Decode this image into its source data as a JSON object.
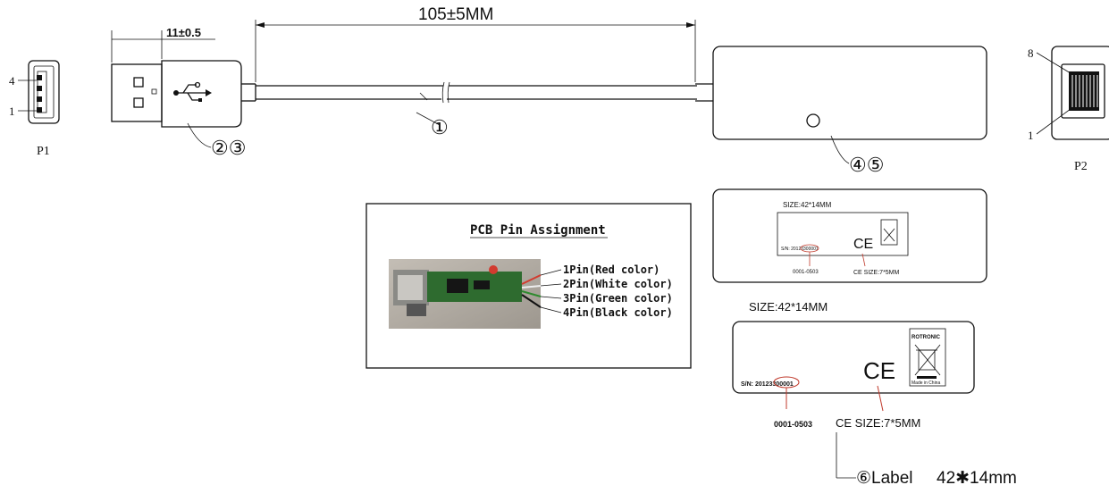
{
  "dimensions": {
    "cable_length": "105±5MM",
    "plug_length": "11±0.5"
  },
  "connectors": {
    "p1": {
      "label": "P1",
      "pin_top": "4",
      "pin_bottom": "1"
    },
    "p2": {
      "label": "P2",
      "pin_top": "8",
      "pin_bottom": "1"
    }
  },
  "callouts": {
    "cable": "①",
    "plug": "②③",
    "box": "④⑤",
    "label": "⑥Label",
    "label_size": "42✱14mm"
  },
  "pcb": {
    "title": "PCB Pin Assignment",
    "pins": [
      "1Pin(Red color)",
      "2Pin(White color)",
      "3Pin(Green color)",
      "4Pin(Black color)"
    ]
  },
  "label_small": {
    "size": "SIZE:42*14MM",
    "sn": "S/N: 20123300001",
    "code": "0001-0503",
    "ce_size": "CE SIZE:7*5MM",
    "ce": "CE"
  },
  "label_large": {
    "size": "SIZE:42*14MM",
    "sn": "S/N: 20123300001",
    "code": "0001-0503",
    "ce_size": "CE SIZE:7*5MM",
    "ce": "CE",
    "brand": "ROTRONIC",
    "made_in": "Made in China"
  },
  "colors": {
    "ink": "#111111",
    "highlight": "#c0392b",
    "pcb_green": "#2e6b2f",
    "photo_bg": "#b9b2a8"
  }
}
